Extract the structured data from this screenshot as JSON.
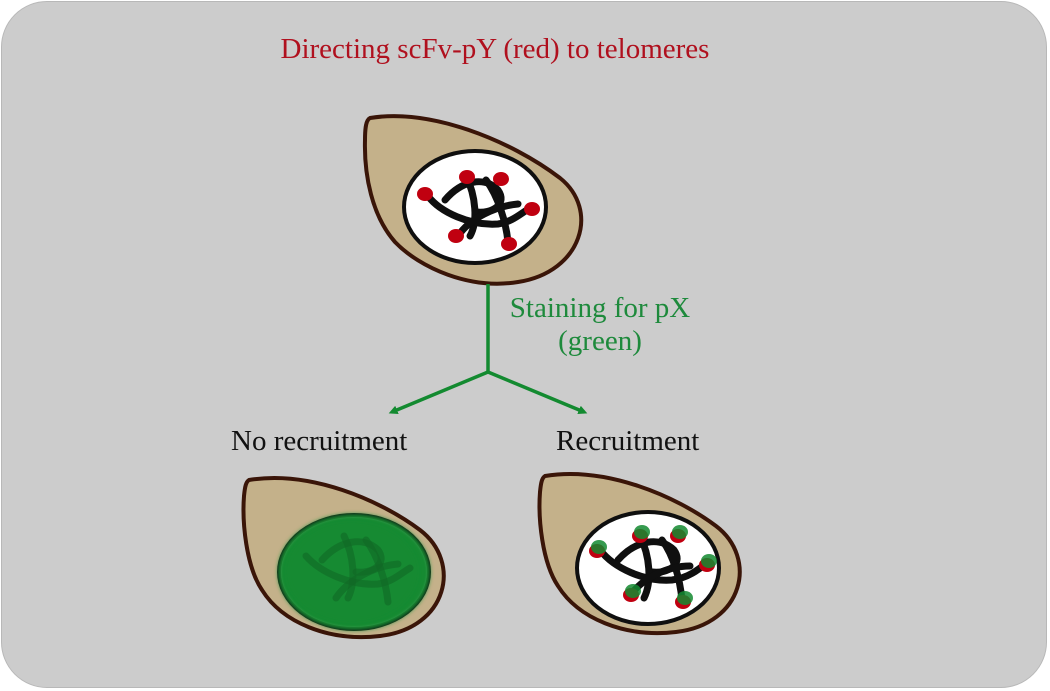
{
  "colors": {
    "panel_bg": "#cccccc",
    "cell_fill": "#c4b18a",
    "cell_outline": "#3a1508",
    "nucleus_fill": "#ffffff",
    "chromatin": "#0f0f0f",
    "red_mark": "#c00010",
    "green_mark": "#138a30",
    "title_text": "#b0101e",
    "green_text": "#1e8a3c",
    "black_text": "#111111"
  },
  "title": "Directing  scFv-pY (red)  to telomeres",
  "branch": {
    "line1": "Staining for pX",
    "line2": "(green)"
  },
  "outcomes": {
    "left_label": "No recruitment",
    "right_label": "Recruitment"
  },
  "cells": [
    {
      "id": "top-cell",
      "nucleus": "red-foci"
    },
    {
      "id": "left-cell",
      "nucleus": "diffuse-green"
    },
    {
      "id": "right-cell",
      "nucleus": "red-green-foci"
    }
  ]
}
